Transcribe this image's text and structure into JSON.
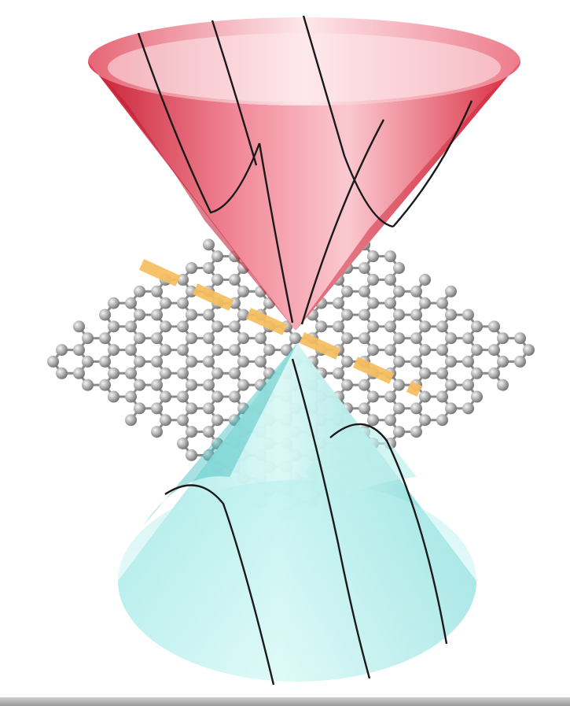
{
  "figure": {
    "subject": [
      "graphene-lattice",
      "dirac-cone-upper",
      "dirac-cone-lower",
      "dashed-line"
    ],
    "colors": {
      "background": "#ffffff",
      "upper_cone": "#e63a4c",
      "upper_cone_light": "#f7b9c2",
      "lower_cone": "#5ccfcf",
      "lower_cone_light": "#c8f3f1",
      "atom": "#a8a8a8",
      "bond": "#8a8a8a",
      "dashed_line": "#f7be5e",
      "cone_lines": "#1a1a1a"
    },
    "lattice": {
      "rows": 14,
      "cols": 12,
      "rotation_deg": -30
    },
    "dashed_line": {
      "segments": 6
    }
  }
}
